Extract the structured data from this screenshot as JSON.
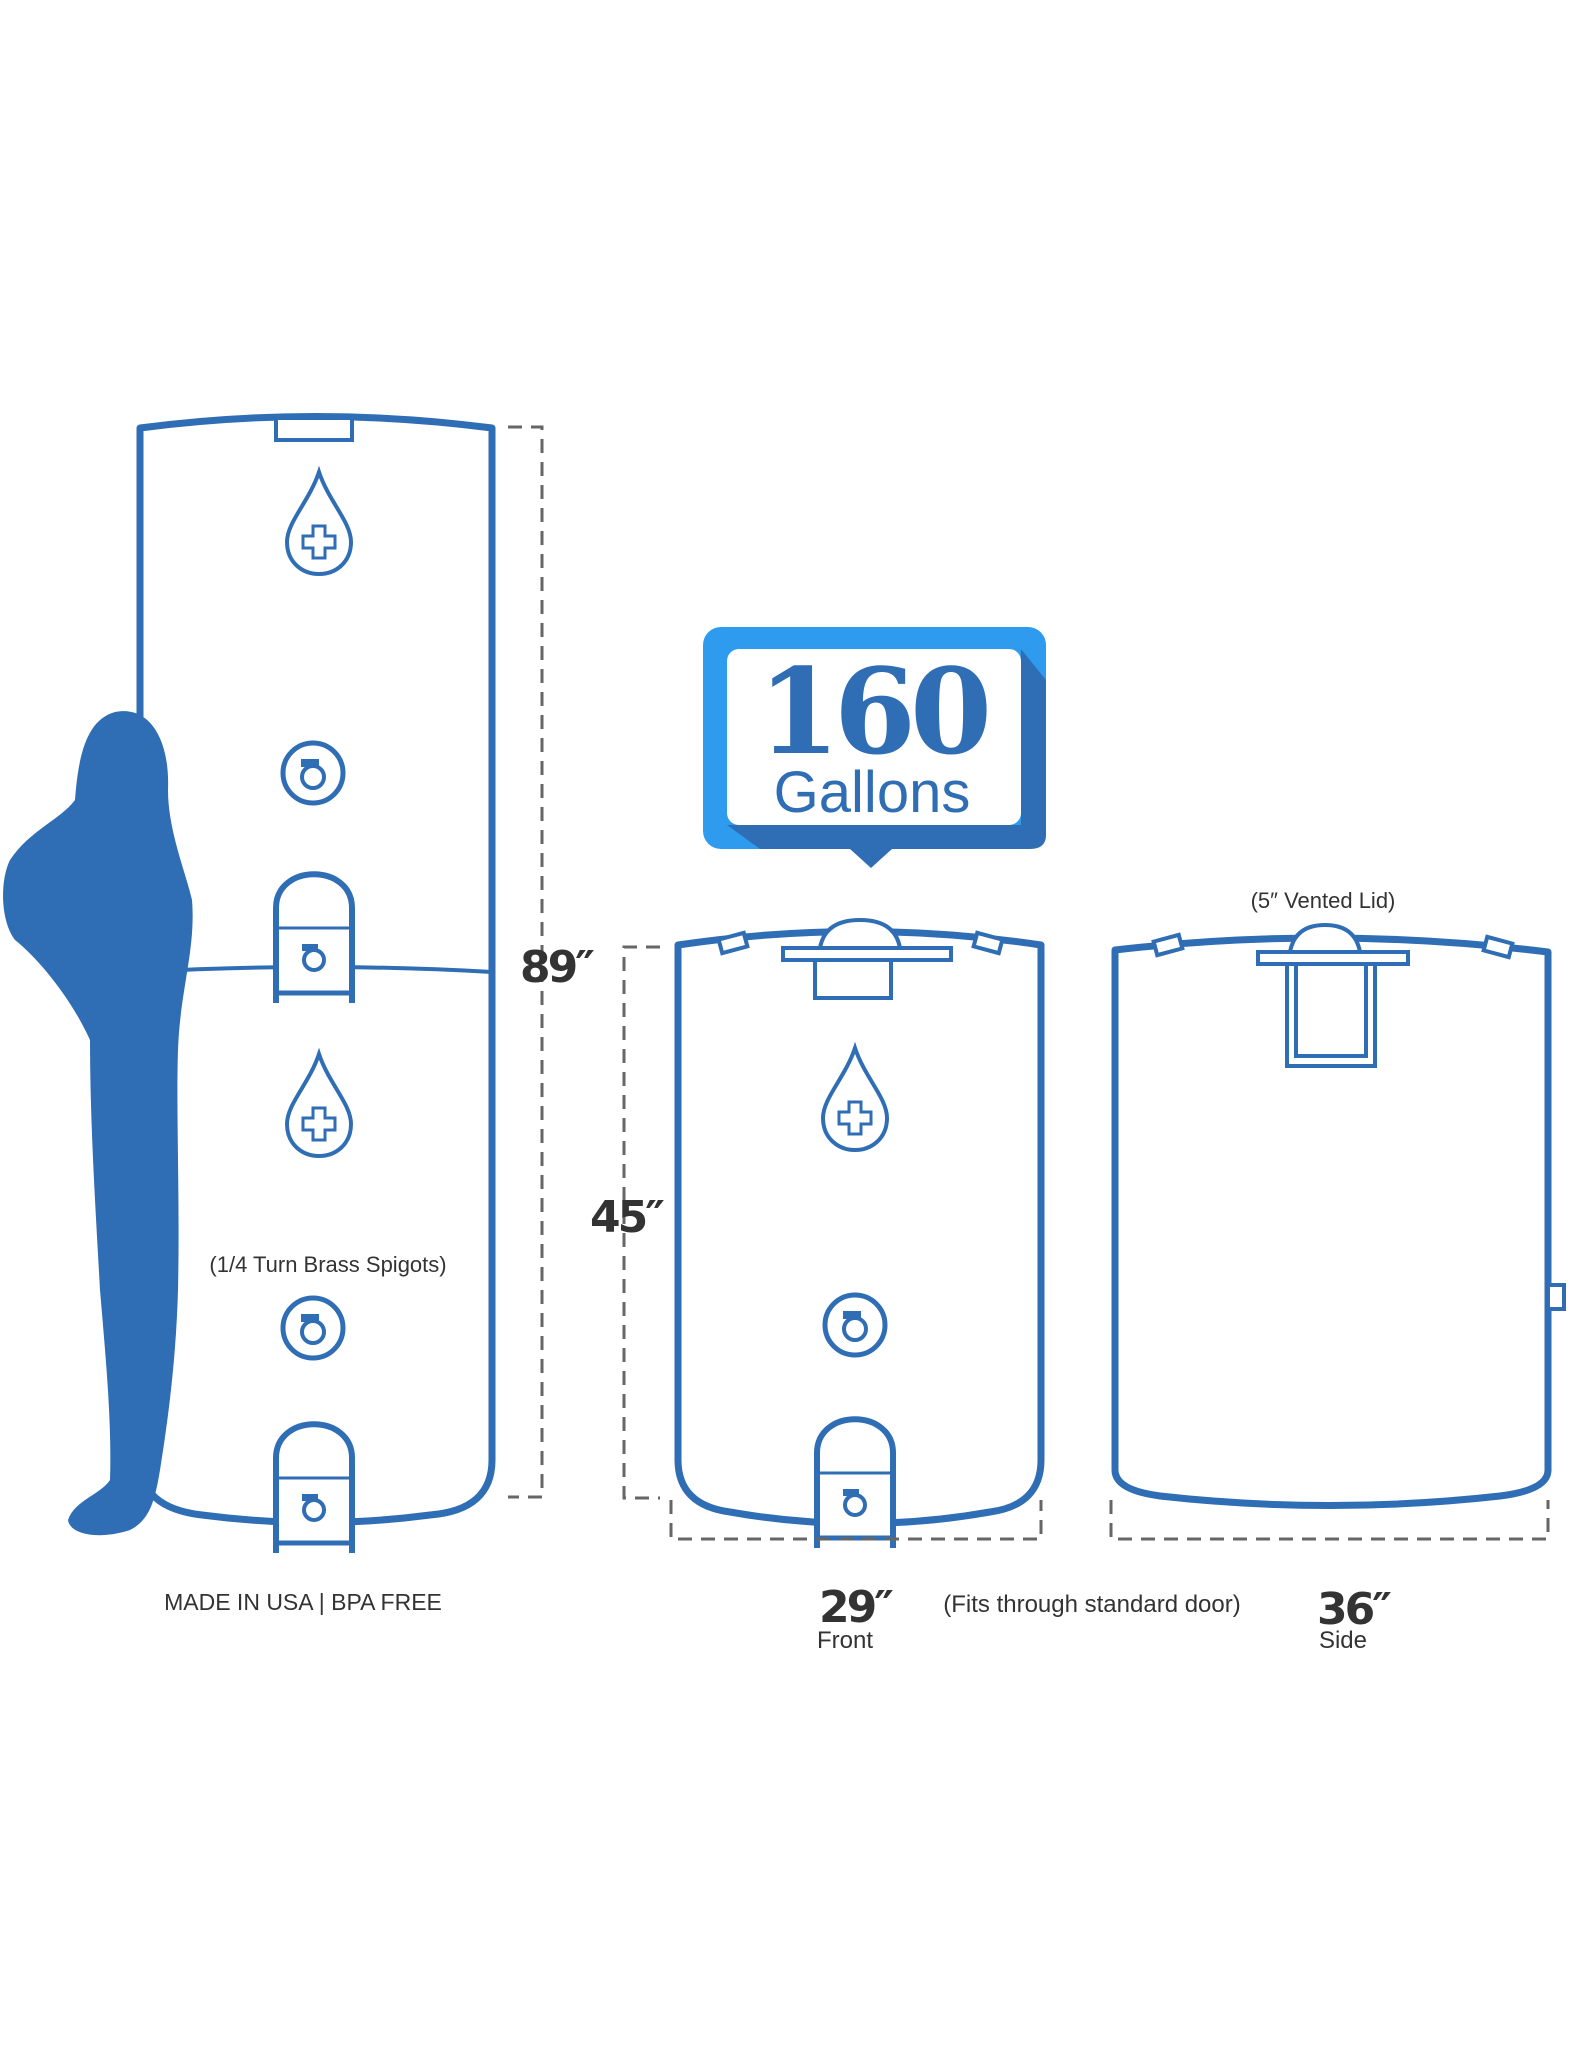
{
  "capacity": {
    "number": "160",
    "unit": "Gallons"
  },
  "dimensions": {
    "stacked_height": "89″",
    "tank_height": "45″",
    "front_width": "29″",
    "front_label": "Front",
    "side_width": "36″",
    "side_label": "Side",
    "door_note": "(Fits through standard door)"
  },
  "annotations": {
    "spigots": "(1/4 Turn Brass Spigots)",
    "lid": "(5″ Vented Lid)",
    "made_in": "MADE IN USA | BPA FREE"
  },
  "colors": {
    "tank_outline": "#2f6db5",
    "badge_light": "#2e9bef",
    "badge_dark": "#2f6db5",
    "dimension_lines": "#666666"
  }
}
